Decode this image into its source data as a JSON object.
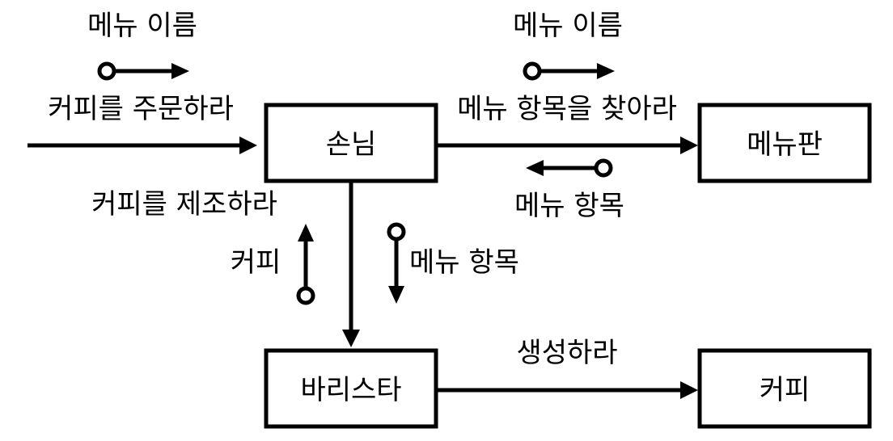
{
  "nodes": {
    "customer": "손님",
    "menu_board": "메뉴판",
    "barista": "바리스타",
    "coffee": "커피"
  },
  "edges": {
    "order_coffee": "커피를 주문하라",
    "find_menu_item": "메뉴 항목을 찾아라",
    "make_coffee": "커피를 제조하라",
    "create": "생성하라"
  },
  "params": {
    "menu_name_in": "메뉴 이름",
    "menu_name_to_board": "메뉴 이름",
    "menu_item_return": "메뉴 항목",
    "coffee_return": "커피",
    "menu_item_to_barista": "메뉴 항목"
  },
  "colors": {
    "stroke": "#000000",
    "background": "#ffffff"
  }
}
